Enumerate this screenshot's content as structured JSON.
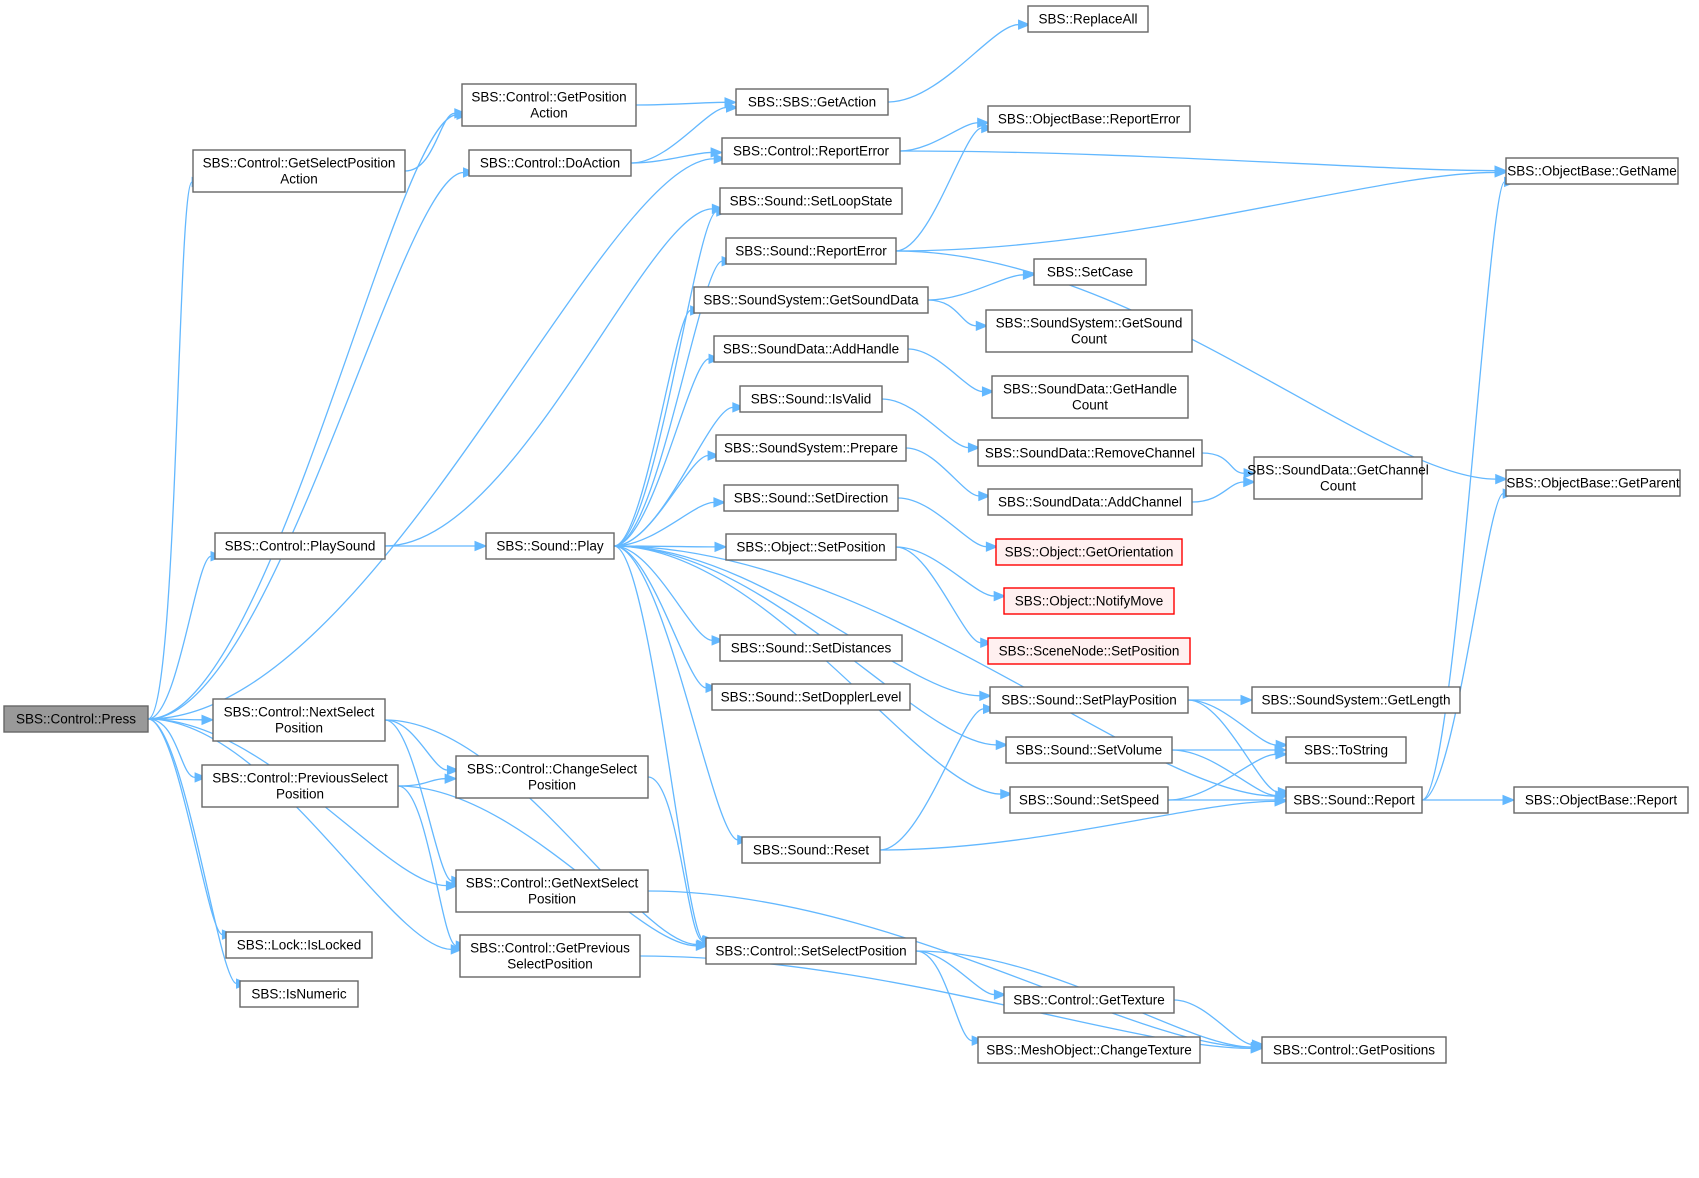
{
  "graph": {
    "edge_color": "#63b8ff",
    "node_border": "#666666",
    "root_fill": "#999999",
    "missing_border": "#ff0000",
    "nodes": [
      {
        "id": "press",
        "lines": [
          "SBS::Control::Press"
        ],
        "kind": "root"
      },
      {
        "id": "getposact",
        "lines": [
          "SBS::Control::GetPosition",
          "Action"
        ]
      },
      {
        "id": "getselposact",
        "lines": [
          "SBS::Control::GetSelectPosition",
          "Action"
        ]
      },
      {
        "id": "doaction",
        "lines": [
          "SBS::Control::DoAction"
        ]
      },
      {
        "id": "playsound",
        "lines": [
          "SBS::Control::PlaySound"
        ]
      },
      {
        "id": "nextsel",
        "lines": [
          "SBS::Control::NextSelect",
          "Position"
        ]
      },
      {
        "id": "prevsel",
        "lines": [
          "SBS::Control::PreviousSelect",
          "Position"
        ]
      },
      {
        "id": "islocked",
        "lines": [
          "SBS::Lock::IsLocked"
        ]
      },
      {
        "id": "isnumeric",
        "lines": [
          "SBS::IsNumeric"
        ]
      },
      {
        "id": "changesel",
        "lines": [
          "SBS::Control::ChangeSelect",
          "Position"
        ]
      },
      {
        "id": "getnextsel",
        "lines": [
          "SBS::Control::GetNextSelect",
          "Position"
        ]
      },
      {
        "id": "getprevsel",
        "lines": [
          "SBS::Control::GetPrevious",
          "SelectPosition"
        ]
      },
      {
        "id": "soundplay",
        "lines": [
          "SBS::Sound::Play"
        ]
      },
      {
        "id": "sbsgetaction",
        "lines": [
          "SBS::SBS::GetAction"
        ]
      },
      {
        "id": "ctrlreporterror",
        "lines": [
          "SBS::Control::ReportError"
        ]
      },
      {
        "id": "setloopstate",
        "lines": [
          "SBS::Sound::SetLoopState"
        ]
      },
      {
        "id": "soundreporterror",
        "lines": [
          "SBS::Sound::ReportError"
        ]
      },
      {
        "id": "getsounddata",
        "lines": [
          "SBS::SoundSystem::GetSoundData"
        ]
      },
      {
        "id": "addhandle",
        "lines": [
          "SBS::SoundData::AddHandle"
        ]
      },
      {
        "id": "isvalid",
        "lines": [
          "SBS::Sound::IsValid"
        ]
      },
      {
        "id": "prepare",
        "lines": [
          "SBS::SoundSystem::Prepare"
        ]
      },
      {
        "id": "setdirection",
        "lines": [
          "SBS::Sound::SetDirection"
        ]
      },
      {
        "id": "objsetposition",
        "lines": [
          "SBS::Object::SetPosition"
        ]
      },
      {
        "id": "setdistances",
        "lines": [
          "SBS::Sound::SetDistances"
        ]
      },
      {
        "id": "setdoppler",
        "lines": [
          "SBS::Sound::SetDopplerLevel"
        ]
      },
      {
        "id": "setselpos",
        "lines": [
          "SBS::Control::SetSelectPosition"
        ]
      },
      {
        "id": "replaceall",
        "lines": [
          "SBS::ReplaceAll"
        ]
      },
      {
        "id": "objbasereporterror",
        "lines": [
          "SBS::ObjectBase::ReportError"
        ]
      },
      {
        "id": "setcase",
        "lines": [
          "SBS::SetCase"
        ]
      },
      {
        "id": "getsoundcount",
        "lines": [
          "SBS::SoundSystem::GetSound",
          "Count"
        ]
      },
      {
        "id": "gethandlecount",
        "lines": [
          "SBS::SoundData::GetHandle",
          "Count"
        ]
      },
      {
        "id": "removechannel",
        "lines": [
          "SBS::SoundData::RemoveChannel"
        ]
      },
      {
        "id": "addchannel",
        "lines": [
          "SBS::SoundData::AddChannel"
        ]
      },
      {
        "id": "getorientation",
        "lines": [
          "SBS::Object::GetOrientation"
        ],
        "kind": "missing"
      },
      {
        "id": "notifymove",
        "lines": [
          "SBS::Object::NotifyMove"
        ],
        "kind": "missing"
      },
      {
        "id": "scenenodesetpos",
        "lines": [
          "SBS::SceneNode::SetPosition"
        ],
        "kind": "missing"
      },
      {
        "id": "setplaypos",
        "lines": [
          "SBS::Sound::SetPlayPosition"
        ]
      },
      {
        "id": "setvolume",
        "lines": [
          "SBS::Sound::SetVolume"
        ]
      },
      {
        "id": "setspeed",
        "lines": [
          "SBS::Sound::SetSpeed"
        ]
      },
      {
        "id": "soundreset",
        "lines": [
          "SBS::Sound::Reset"
        ]
      },
      {
        "id": "gettexture",
        "lines": [
          "SBS::Control::GetTexture"
        ]
      },
      {
        "id": "changetexture",
        "lines": [
          "SBS::MeshObject::ChangeTexture"
        ]
      },
      {
        "id": "getchannelcount",
        "lines": [
          "SBS::SoundData::GetChannel",
          "Count"
        ]
      },
      {
        "id": "getlength",
        "lines": [
          "SBS::SoundSystem::GetLength"
        ]
      },
      {
        "id": "tostring",
        "lines": [
          "SBS::ToString"
        ]
      },
      {
        "id": "soundreport",
        "lines": [
          "SBS::Sound::Report"
        ]
      },
      {
        "id": "getpositions",
        "lines": [
          "SBS::Control::GetPositions"
        ]
      },
      {
        "id": "getname",
        "lines": [
          "SBS::ObjectBase::GetName"
        ]
      },
      {
        "id": "getparent",
        "lines": [
          "SBS::ObjectBase::GetParent"
        ]
      },
      {
        "id": "objbasereport",
        "lines": [
          "SBS::ObjectBase::Report"
        ]
      }
    ],
    "edges": [
      {
        "from": "press",
        "to": "getposact"
      },
      {
        "from": "press",
        "to": "getselposact"
      },
      {
        "from": "press",
        "to": "doaction"
      },
      {
        "from": "press",
        "to": "ctrlreporterror"
      },
      {
        "from": "press",
        "to": "playsound"
      },
      {
        "from": "press",
        "to": "nextsel"
      },
      {
        "from": "press",
        "to": "prevsel"
      },
      {
        "from": "press",
        "to": "getnextsel"
      },
      {
        "from": "press",
        "to": "getprevsel"
      },
      {
        "from": "press",
        "to": "islocked"
      },
      {
        "from": "press",
        "to": "isnumeric"
      },
      {
        "from": "getposact",
        "to": "sbsgetaction"
      },
      {
        "from": "getselposact",
        "to": "getposact"
      },
      {
        "from": "doaction",
        "to": "sbsgetaction"
      },
      {
        "from": "doaction",
        "to": "ctrlreporterror"
      },
      {
        "from": "sbsgetaction",
        "to": "replaceall"
      },
      {
        "from": "ctrlreporterror",
        "to": "objbasereporterror"
      },
      {
        "from": "ctrlreporterror",
        "to": "getname"
      },
      {
        "from": "playsound",
        "to": "setloopstate"
      },
      {
        "from": "playsound",
        "to": "soundplay"
      },
      {
        "from": "soundplay",
        "to": "setloopstate"
      },
      {
        "from": "soundplay",
        "to": "soundreporterror"
      },
      {
        "from": "soundplay",
        "to": "getsounddata"
      },
      {
        "from": "soundplay",
        "to": "addhandle"
      },
      {
        "from": "soundplay",
        "to": "isvalid"
      },
      {
        "from": "soundplay",
        "to": "prepare"
      },
      {
        "from": "soundplay",
        "to": "setdirection"
      },
      {
        "from": "soundplay",
        "to": "objsetposition"
      },
      {
        "from": "soundplay",
        "to": "setdistances"
      },
      {
        "from": "soundplay",
        "to": "setdoppler"
      },
      {
        "from": "soundplay",
        "to": "setplaypos"
      },
      {
        "from": "soundplay",
        "to": "setvolume"
      },
      {
        "from": "soundplay",
        "to": "setspeed"
      },
      {
        "from": "soundplay",
        "to": "soundreset"
      },
      {
        "from": "soundplay",
        "to": "setselpos"
      },
      {
        "from": "soundplay",
        "to": "soundreport"
      },
      {
        "from": "soundreporterror",
        "to": "objbasereporterror"
      },
      {
        "from": "soundreporterror",
        "to": "getname"
      },
      {
        "from": "soundreporterror",
        "to": "getparent"
      },
      {
        "from": "getsounddata",
        "to": "setcase"
      },
      {
        "from": "getsounddata",
        "to": "getsoundcount"
      },
      {
        "from": "addhandle",
        "to": "gethandlecount"
      },
      {
        "from": "isvalid",
        "to": "removechannel"
      },
      {
        "from": "prepare",
        "to": "addchannel"
      },
      {
        "from": "removechannel",
        "to": "getchannelcount"
      },
      {
        "from": "addchannel",
        "to": "getchannelcount"
      },
      {
        "from": "setdirection",
        "to": "getorientation"
      },
      {
        "from": "objsetposition",
        "to": "notifymove"
      },
      {
        "from": "objsetposition",
        "to": "scenenodesetpos"
      },
      {
        "from": "setplaypos",
        "to": "getlength"
      },
      {
        "from": "setplaypos",
        "to": "tostring"
      },
      {
        "from": "setplaypos",
        "to": "soundreport"
      },
      {
        "from": "setvolume",
        "to": "tostring"
      },
      {
        "from": "setvolume",
        "to": "soundreport"
      },
      {
        "from": "setspeed",
        "to": "tostring"
      },
      {
        "from": "setspeed",
        "to": "soundreport"
      },
      {
        "from": "soundreset",
        "to": "setplaypos"
      },
      {
        "from": "soundreset",
        "to": "soundreport"
      },
      {
        "from": "soundreport",
        "to": "getname"
      },
      {
        "from": "soundreport",
        "to": "getparent"
      },
      {
        "from": "soundreport",
        "to": "objbasereport"
      },
      {
        "from": "nextsel",
        "to": "changesel"
      },
      {
        "from": "nextsel",
        "to": "getnextsel"
      },
      {
        "from": "nextsel",
        "to": "setselpos"
      },
      {
        "from": "prevsel",
        "to": "changesel"
      },
      {
        "from": "prevsel",
        "to": "getprevsel"
      },
      {
        "from": "prevsel",
        "to": "setselpos"
      },
      {
        "from": "changesel",
        "to": "setselpos"
      },
      {
        "from": "getnextsel",
        "to": "getpositions"
      },
      {
        "from": "getprevsel",
        "to": "getpositions"
      },
      {
        "from": "setselpos",
        "to": "gettexture"
      },
      {
        "from": "setselpos",
        "to": "changetexture"
      },
      {
        "from": "setselpos",
        "to": "getpositions"
      },
      {
        "from": "gettexture",
        "to": "getpositions"
      }
    ]
  }
}
